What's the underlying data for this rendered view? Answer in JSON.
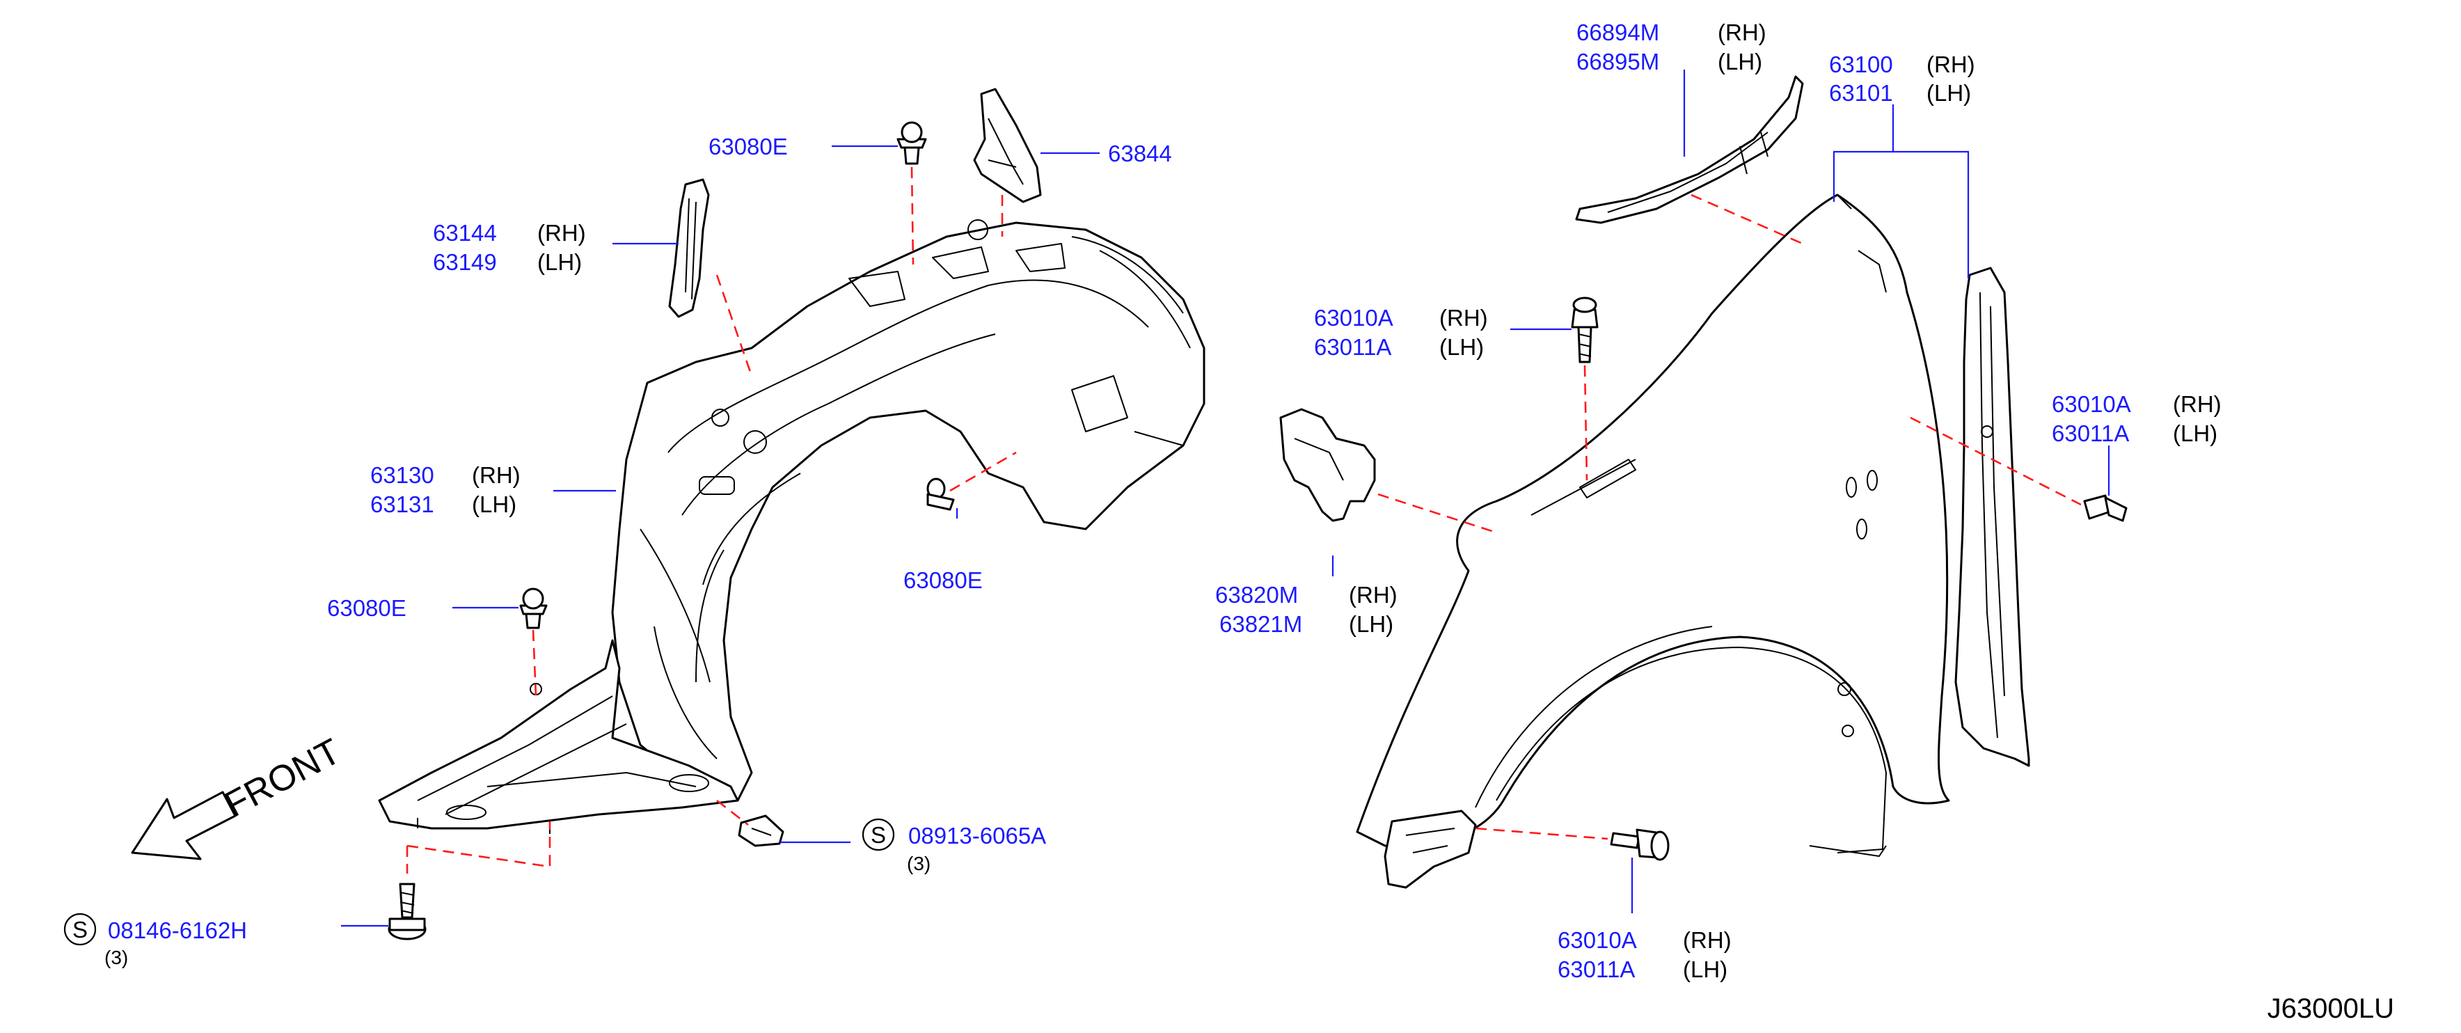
{
  "diagram_id": "J63000LU",
  "direction_label": "FRONT",
  "side": {
    "rh": "(RH)",
    "lh": "(LH)"
  },
  "callouts": {
    "clip_63080e_top": "63080E",
    "protector_63844": "63844",
    "mudguard_63144": "63144",
    "mudguard_63149": "63149",
    "protector_63130": "63130",
    "protector_63131": "63131",
    "clip_63080e_mid": "63080E",
    "clip_63080e_left": "63080E",
    "nut_08913": "08913-6065A",
    "nut_qty": "(3)",
    "screw_08146": "08146-6162H",
    "screw_qty": "(3)",
    "seal_66894m": "66894M",
    "seal_66895m": "66895M",
    "fender_63100": "63100",
    "fender_63101": "63101",
    "bolt_top_63010a": "63010A",
    "bolt_top_63011a": "63011A",
    "bolt_right_63010a": "63010A",
    "bolt_right_63011a": "63011A",
    "bracket_63820m": "63820M",
    "bracket_63821m": "63821M",
    "bolt_bottom_63010a": "63010A",
    "bolt_bottom_63011a": "63011A",
    "symbol_s": "S"
  }
}
